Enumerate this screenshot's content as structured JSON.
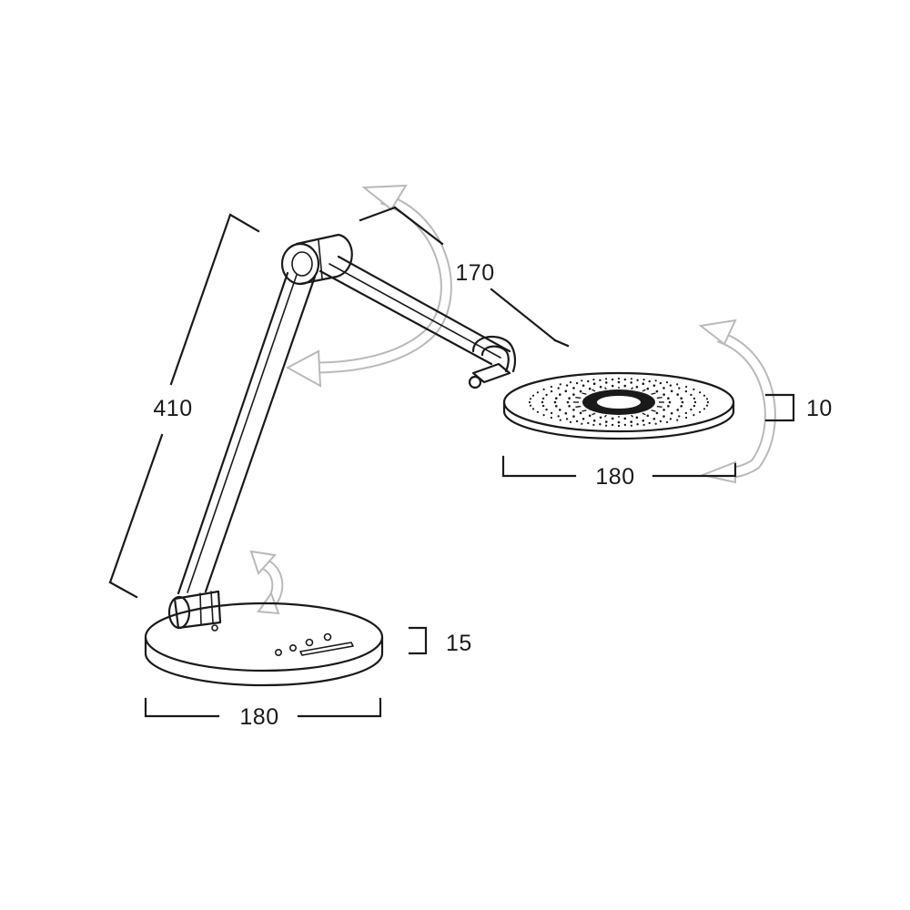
{
  "diagram": {
    "dimensions": {
      "height": "410",
      "arm": "170",
      "head_diameter": "180",
      "head_thickness": "10",
      "base_diameter": "180",
      "base_thickness": "15"
    },
    "colors": {
      "line": "#1a1a1a",
      "rotation_arrow": "#b9b9b9",
      "background": "#ffffff"
    },
    "icons": [
      "rotation-arrow-icon",
      "dimension-bracket-icon",
      "touch-control-icon"
    ]
  }
}
